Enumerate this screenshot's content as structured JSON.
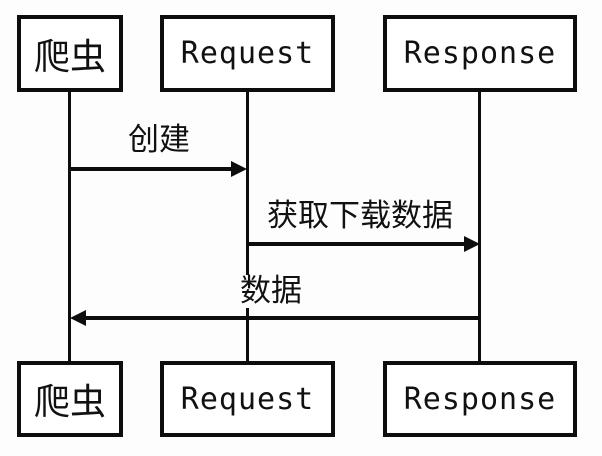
{
  "diagram": {
    "type": "sequence-diagram",
    "background": "#fdfdfd",
    "line_color": "#0d0d0d",
    "text_color": "#111111",
    "actors": [
      {
        "id": "crawler",
        "label": "爬虫"
      },
      {
        "id": "request",
        "label": "Request"
      },
      {
        "id": "response",
        "label": "Response"
      }
    ],
    "messages": [
      {
        "from": "爬虫",
        "to": "Request",
        "label": "创建",
        "direction": "right"
      },
      {
        "from": "Request",
        "to": "Response",
        "label": "获取下载数据",
        "direction": "right"
      },
      {
        "from": "Response",
        "to": "爬虫",
        "label": "数据",
        "direction": "left"
      }
    ]
  }
}
